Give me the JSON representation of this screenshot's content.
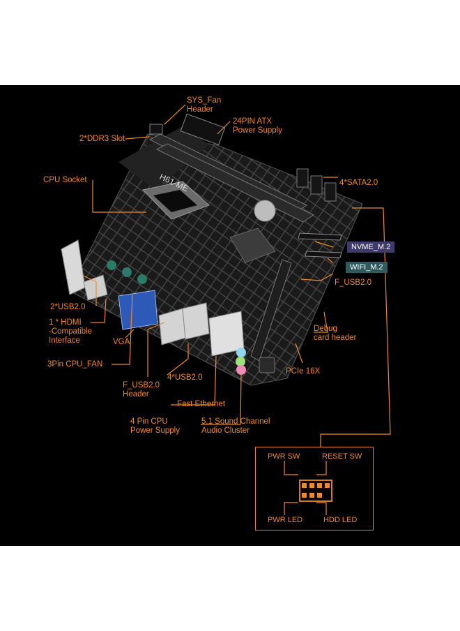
{
  "labels": {
    "sys_fan": "SYS_Fan\nHeader",
    "atx": "24PIN ATX\nPower Supply",
    "ddr3": "2*DDR3 Slot",
    "cpu_socket": "CPU Socket",
    "sata": "4*SATA2.0",
    "nvme": "NVME_M.2",
    "wifi": "WIFI_M.2",
    "f_usb_top": "F_USB2.0",
    "usb_left": "2*USB2.0",
    "hdmi": "1 * HDMI\n-Compatible\nInterface",
    "vga": "VGA",
    "cpu_fan": "3Pin CPU_FAN",
    "f_usb_header": "F_USB2.0\nHeader",
    "usb4": "4*USB2.0",
    "ethernet": "Fast Ethernet",
    "cpu_power": "4 Pin CPU\nPower Supply",
    "audio": "5.1 Sound Channel\nAudio Cluster",
    "debug": "Debug\ncard header",
    "pcie": "PCIe 16X"
  },
  "board_text": "H61-ME",
  "panel": {
    "pwr_sw": "PWR SW",
    "reset_sw": "RESET SW",
    "pwr_led": "PWR LED",
    "hdd_led": "HDD  LED"
  },
  "colors": {
    "accent": "#f08a24",
    "background": "#000000",
    "nvme_tag": "#3d3a6e",
    "wifi_tag": "#2f5a5e",
    "vga_port": "#2d59b8"
  }
}
